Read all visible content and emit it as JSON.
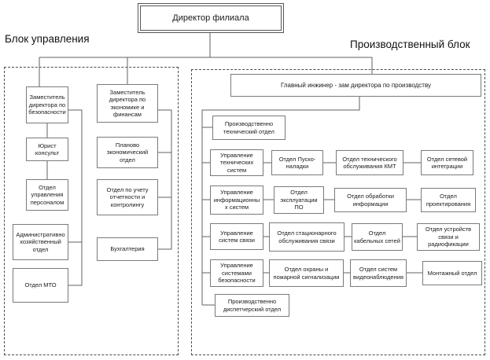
{
  "director": {
    "label": "Директор филиала"
  },
  "management_block": {
    "title": "Блок управления",
    "security_branch": [
      "Заместитель директора по безопасности",
      "Юрист консульт",
      "Отдел управления персоналом",
      "Административно хозяйственный отдел",
      "Отдел МТО"
    ],
    "finance_branch": [
      "Заместитель директора по экономике и финансам",
      "Планово экономический отдел",
      "Отдел по учету отчетности и контролингу",
      "Бухгалтерия"
    ]
  },
  "production_block": {
    "title": "Производственный блок",
    "chief": "Главный инжинер - зам директора по производству",
    "pto": "Производственно технический отдел",
    "rows": [
      {
        "head": "Управление технических систем",
        "items": [
          "Отдел Пуско-наладки",
          "Отдел технического обслуживания КМТ",
          "Отдел сетевой интеграции"
        ]
      },
      {
        "head": "Управление информационных систем",
        "items": [
          "Отдел эксплуатации ПО",
          "Отдел обработки информации",
          "Отдел проектирования"
        ]
      },
      {
        "head": "Управление систем связи",
        "items": [
          "Отдел стационарного обслуживания связи",
          "Отдел кабельных сетей",
          "Отдел устройств связи и радиофикации"
        ]
      },
      {
        "head": "Управление системами безопасности",
        "items": [
          "Отдел охраны и пожарной сигнализации",
          "Отдел систем видеонаблюдения",
          "Монтажный отдел"
        ]
      }
    ],
    "pdo": "Производственно диспетчерский отдел"
  },
  "colors": {
    "box_border": "#7a7a7a",
    "connector_line": "#606060",
    "dashed_border": "#4d4d4d",
    "text": "#1a1a1a",
    "background": "#ffffff"
  }
}
